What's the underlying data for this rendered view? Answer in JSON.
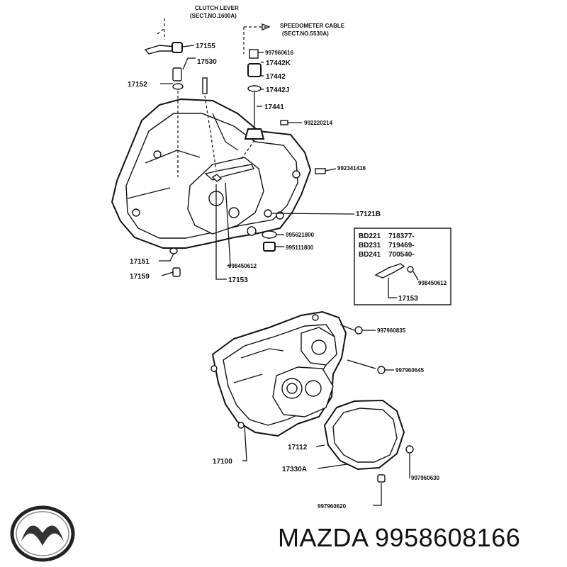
{
  "refs": {
    "clutch_lever": "CLUTCH LEVER",
    "clutch_lever_sect": "(SECT.NO.1600A)",
    "speedometer_cable": "SPEEDOMETER CABLE",
    "speedometer_sect": "(SECT.NO.5530A)"
  },
  "parts": {
    "p17155": "17155",
    "p17530": "17530",
    "p17152": "17152",
    "p997960616": "997960616",
    "p17442K": "17442K",
    "p17442": "17442",
    "p17442J": "17442J",
    "p17441": "17441",
    "p992220214": "992220214",
    "p992341416": "992341416",
    "p17121B": "17121B",
    "p995621800": "995621800",
    "p995111800": "995111800",
    "p17151": "17151",
    "p17159": "17159",
    "p998450612": "998450612",
    "p17153": "17153",
    "p997960835": "997960835",
    "p997960645": "997960645",
    "p17100": "17100",
    "p17112": "17112",
    "p17330A": "17330A",
    "p997960630": "997960630",
    "p997960620": "997960620"
  },
  "inset": {
    "rows": [
      {
        "model": "BD221",
        "serial": "718377-"
      },
      {
        "model": "BD231",
        "serial": "719469-"
      },
      {
        "model": "BD241",
        "serial": "700540-"
      }
    ],
    "part_bolt": "998450612",
    "part_bracket": "17153"
  },
  "footer": {
    "brand": "MAZDA",
    "part_number": "9958608166"
  }
}
